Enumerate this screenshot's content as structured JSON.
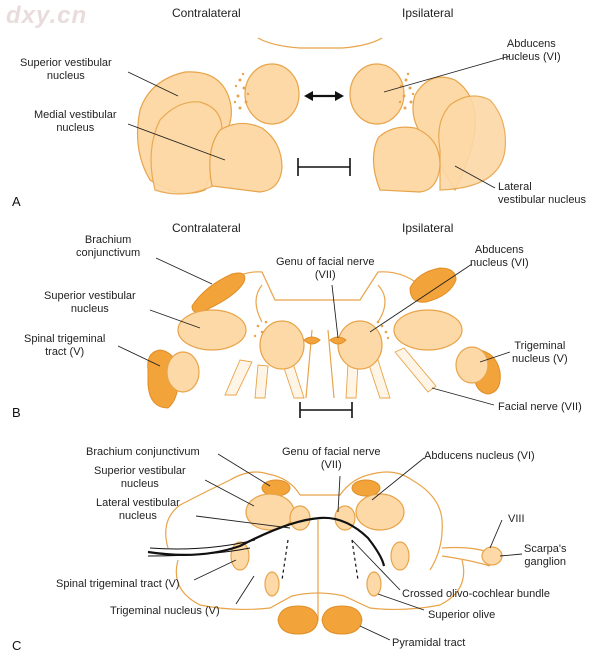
{
  "watermark": "dxy.cn",
  "panels": {
    "a": {
      "letter": "A",
      "contralateral": "Contralateral",
      "ipsilateral": "Ipsilateral",
      "superior_vestibular": "Superior vestibular\nnucleus",
      "medial_vestibular": "Medial vestibular\nnucleus",
      "abducens": "Abducens\nnucleus (VI)",
      "lateral_vestibular": "Lateral\nvestibular nucleus"
    },
    "b": {
      "letter": "B",
      "contralateral": "Contralateral",
      "ipsilateral": "Ipsilateral",
      "brachium": "Brachium\nconjunctivum",
      "genu": "Genu of facial nerve\n(VII)",
      "abducens": "Abducens\nnucleus (VI)",
      "superior_vestibular": "Superior vestibular\nnucleus",
      "spinal_trigeminal": "Spinal trigeminal\ntract (V)",
      "trigeminal_nucleus": "Trigeminal\nnucleus (V)",
      "facial_nerve": "Facial nerve (VII)"
    },
    "c": {
      "letter": "C",
      "brachium": "Brachium conjunctivum",
      "genu": "Genu of facial nerve\n(VII)",
      "abducens": "Abducens nucleus (VI)",
      "superior_vestibular": "Superior vestibular\nnucleus",
      "lateral_vestibular": "Lateral vestibular\nnucleus",
      "viii": "VIII",
      "scarpa": "Scarpa's\nganglion",
      "spinal_trigeminal": "Spinal trigeminal tract (V)",
      "crossed_olivo": "Crossed olivo-cochlear bundle",
      "trigeminal_nucleus": "Trigeminal nucleus (V)",
      "superior_olive": "Superior olive",
      "pyramidal": "Pyramidal tract"
    }
  },
  "colors": {
    "nucleus_fill": "#fcd9a6",
    "nucleus_outline": "#e8a44a",
    "tract_fill": "#f2a33a",
    "label_text": "#222222"
  }
}
